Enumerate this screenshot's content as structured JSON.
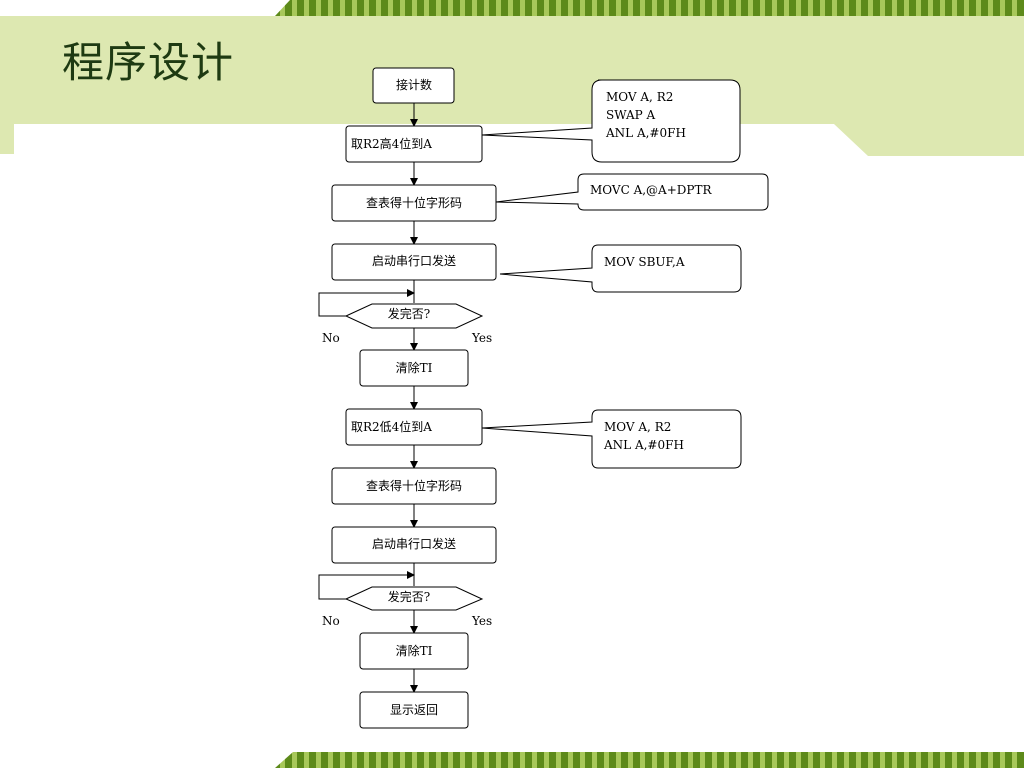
{
  "title": "程序设计",
  "colors": {
    "accent_light": "#dde8b1",
    "accent_dark": "#5d8a1a",
    "stripe_light": "#a8c85a",
    "ink": "#000000",
    "title": "#1e3a12"
  },
  "flowchart": {
    "nodes": {
      "start": "接计数",
      "high_nibble": "取R2高4位到A",
      "lookup_tens": "查表得十位字形码",
      "send_1": "启动串行口发送",
      "check_1": "发完否?",
      "clear_ti_1": "清除TI",
      "low_nibble": "取R2低4位到A",
      "lookup_units": "查表得十位字形码",
      "send_2": "启动串行口发送",
      "check_2": "发完否?",
      "clear_ti_2": "清除TI",
      "display_return": "显示返回"
    },
    "branch_labels": {
      "no": "No",
      "yes": "Yes"
    },
    "callouts": {
      "high_nibble_code": [
        "MOV  A, R2",
        "SWAP  A",
        "ANL  A,#0FH"
      ],
      "lookup_code": [
        "MOVC  A,@A+DPTR"
      ],
      "send_code": [
        "MOV  SBUF,A"
      ],
      "low_nibble_code": [
        "MOV  A, R2",
        "ANL  A,#0FH"
      ]
    }
  }
}
